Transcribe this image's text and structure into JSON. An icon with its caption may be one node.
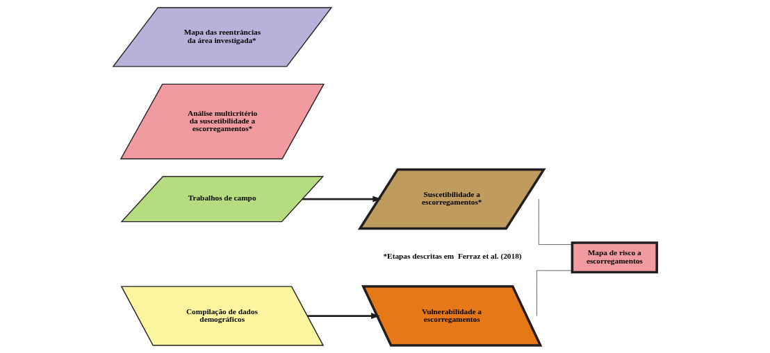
{
  "diagram": {
    "nodes": [
      {
        "text": [
          "Trabalhos de campo"
        ]
      },
      {
        "text": [
          "Análise multicritério da suscetibilidade a escorregamentos*"
        ]
      },
      {
        "text": [
          "Mapa das reentrâncias da área investigada*"
        ]
      },
      {
        "text": [
          "Suscetibilidade a escorregamentos*"
        ]
      },
      {
        "text": [
          "Compilação de dados demográficos"
        ]
      },
      {
        "text": [
          "Vulnerabilidade a escorregamentos"
        ]
      },
      {
        "text": [
          "Mapa de risco a escorregamentos"
        ]
      }
    ],
    "edges": [
      {
        "from": 0,
        "to": 3,
        "arrow": "to",
        "style": "thick"
      },
      {
        "from": 4,
        "to": 5,
        "arrow": "to",
        "style": "thick"
      },
      {
        "from": 3,
        "to": 6,
        "arrow": "none"
      },
      {
        "from": 5,
        "to": 6,
        "arrow": "none"
      }
    ],
    "labels": [
      "*Etapas descritas em  Ferraz et al. (2018)"
    ]
  }
}
